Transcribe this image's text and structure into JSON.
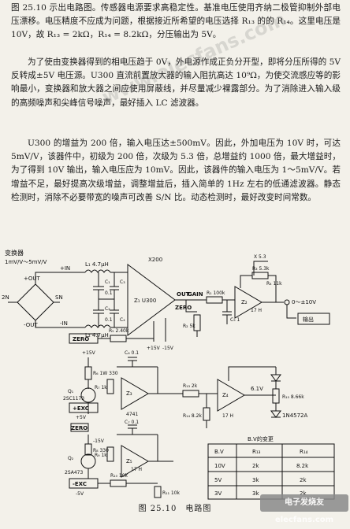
{
  "paragraphs": {
    "p1": "图 25.10 示出电路图。传感器电源要求高稳定性。基准电压使用齐纳二极管抑制外部电压漂移。电压精度不应成为问题，根据接近所希望的电压选择 R₁₃ 的的 R₁₄。这里电压是 10V，故 R₁₃ = 2kΩ，R₁₄ = 8.2kΩ，分压输出为 5V。",
    "p2": "为了使由变换器得到的相电压趋于 0V，外电源作成正负分开型，即将分压所得的 5V 反转成±5V 电压源。U300 直流前置放大器的输入阻抗高达 10⁹Ω，为使交流感应等的影响最小，变换器和放大器之间应使用屏蔽线，并尽量减少裸露部分。为了消除进入输入级的高频噪声和尖峰信号噪声，最好插入 LC 滤波器。",
    "p3": "U300 的增益为 200 倍，输入电压达±500mV。因此，外加电压为 10V 时，可达 5mV/V，该器件中，初级为 200 倍，次级为 5.3 倍，总增益约 1000 倍，最大增益时，为了得到 10V 输出，输入电压应为 10mV。因此，该器件的输入电压为 1～5mV/V。若增益不足，最好提高次级增益，调整增益后，插入简单的 1Hz 左右的低通滤波器。静态检测时，消除不必要带宽的噪声可改善 S/N 比。动态检测时，最好改变时间常数。"
  },
  "watermark": "www.elecfans.com",
  "logo_text": "电子发烧友 elecfans.com",
  "caption": "图 25.10　电路图",
  "schematic": {
    "transducer_label": "变换器",
    "transducer_range": "1mV/V～5mV/V",
    "out_plus": "+OUT",
    "out_minus": "-OUT",
    "in_plus": "+IN",
    "in_minus": "-IN",
    "node_2n": "2N",
    "node_sn": "SN",
    "inductor_top": "L₁ 4.7μH",
    "inductor_bot": "L₂ 4.7μH",
    "cap_c1a": "C₁",
    "cap_c1b": "0.1",
    "cap_c2": "C₂",
    "cap_c2v": "0.1",
    "cap_c3": "C₃",
    "cap_c4": "C₄",
    "amp_u300_gain": "X200",
    "amp_u300_name": "Z₁ U300",
    "u300_out": "OUT",
    "u300_zero": "ZERO",
    "u300_gain": "GAIN",
    "u300_vpos": "+15V",
    "u300_vneg": "-15V",
    "r1": "R₁ 100k",
    "r2": "R₂ 5k",
    "r3": "R₃ 5.3k",
    "r4": "R₄ 11k",
    "c5": "C₅ 1",
    "x53": "X 5.3",
    "z2": "Z₂",
    "z2_name": "17 H",
    "output_label": "0～±10V",
    "output_tag": "输出",
    "zero_box": "ZERO",
    "r5": "R₅ 2.40k",
    "v15a": "+15V",
    "r6": "R₆ 1W 330",
    "q1": "Q₁",
    "q1_name": "2SC1173",
    "plus_exc": "+EXC",
    "plus5": "+5V",
    "cap_top": "C₆ 0.1",
    "r7": "R₇ 1k",
    "z3": "Z₃",
    "z3_name": "4741",
    "r13": "R₁₃ 2k",
    "z4": "Z₄",
    "z4_name": "17 H",
    "v61": "6.1V",
    "r14": "R₁₄ 8.2k",
    "r15": "R₁₅ 8.66k",
    "zener": "1N4572A",
    "zero_lbl": "ZERO",
    "r8": "R₈ 330",
    "v15b": "-15V",
    "q2": "Q₂",
    "q2_name": "2SA473",
    "cap_bot": "C₇ 0.1",
    "r9": "R₉ 1k",
    "z5": "Z₅",
    "z5_name": "17 H",
    "minus_exc": "-EXC",
    "minus5": "-5V",
    "r10": "R₁₀ 10k",
    "r11": "R₁₁ 10k",
    "table_title": "B.V的变更",
    "table_head": [
      "B.V",
      "R₁₃",
      "R₁₄"
    ],
    "table_rows": [
      [
        "10V",
        "2k",
        "8.2k"
      ],
      [
        "5V",
        "3k",
        "2k"
      ],
      [
        "3V",
        "3k",
        "2k"
      ]
    ]
  }
}
